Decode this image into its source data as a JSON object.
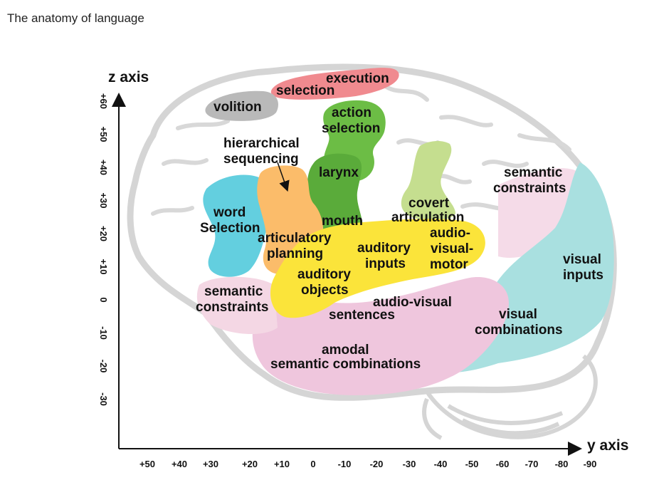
{
  "title": "The anatomy of language",
  "axes": {
    "z_label": "z axis",
    "y_label": "y axis",
    "z_ticks": [
      "+60",
      "+50",
      "+40",
      "+30",
      "+20",
      "+10",
      "0",
      "-10",
      "-20",
      "-30"
    ],
    "y_ticks": [
      "+50",
      "+40",
      "+30",
      "+20",
      "+10",
      "0",
      "-10",
      "-20",
      "-30",
      "-40",
      "-50",
      "-60",
      "-70",
      "-80",
      "-90"
    ]
  },
  "regions": {
    "execution": "execution",
    "selection": "selection",
    "volition": "volition",
    "action_selection": [
      "action",
      "selection"
    ],
    "hierarchical_sequencing": [
      "hierarchical",
      "sequencing"
    ],
    "larynx": "larynx",
    "word_selection": [
      "word",
      "Selection"
    ],
    "articulatory_planning": [
      "articulatory",
      "planning"
    ],
    "mouth": "mouth",
    "covert_articulation": [
      "covert",
      "articulation"
    ],
    "auditory_inputs": [
      "auditory",
      "inputs"
    ],
    "audio_visual_motor": [
      "audio-",
      "visual-",
      "motor"
    ],
    "auditory_objects": [
      "auditory",
      "objects"
    ],
    "semantic_constraints_front": [
      "semantic",
      "constraints"
    ],
    "audio_visual_sentences": [
      "audio-visual",
      "sentences"
    ],
    "semantic_constraints_back": [
      "semantic",
      "constraints"
    ],
    "visual_inputs": [
      "visual",
      "inputs"
    ],
    "visual_combinations": [
      "visual",
      "combinations"
    ],
    "amodal_semantic_combinations": [
      "amodal",
      "semantic combinations"
    ]
  },
  "colors": {
    "execution": "#f08a8f",
    "volition": "#b9b9b9",
    "action": "#6cbd45",
    "larynx_mouth": "#5aab3a",
    "covert": "#c5de8f",
    "word": "#63cfdf",
    "articulatory": "#fbbc6a",
    "auditory": "#fbe43a",
    "amodal": "#efc6dd",
    "posterior_pink": "#f5dbe8",
    "visual": "#a9e0e0",
    "brain_outline": "#d5d5d5"
  }
}
